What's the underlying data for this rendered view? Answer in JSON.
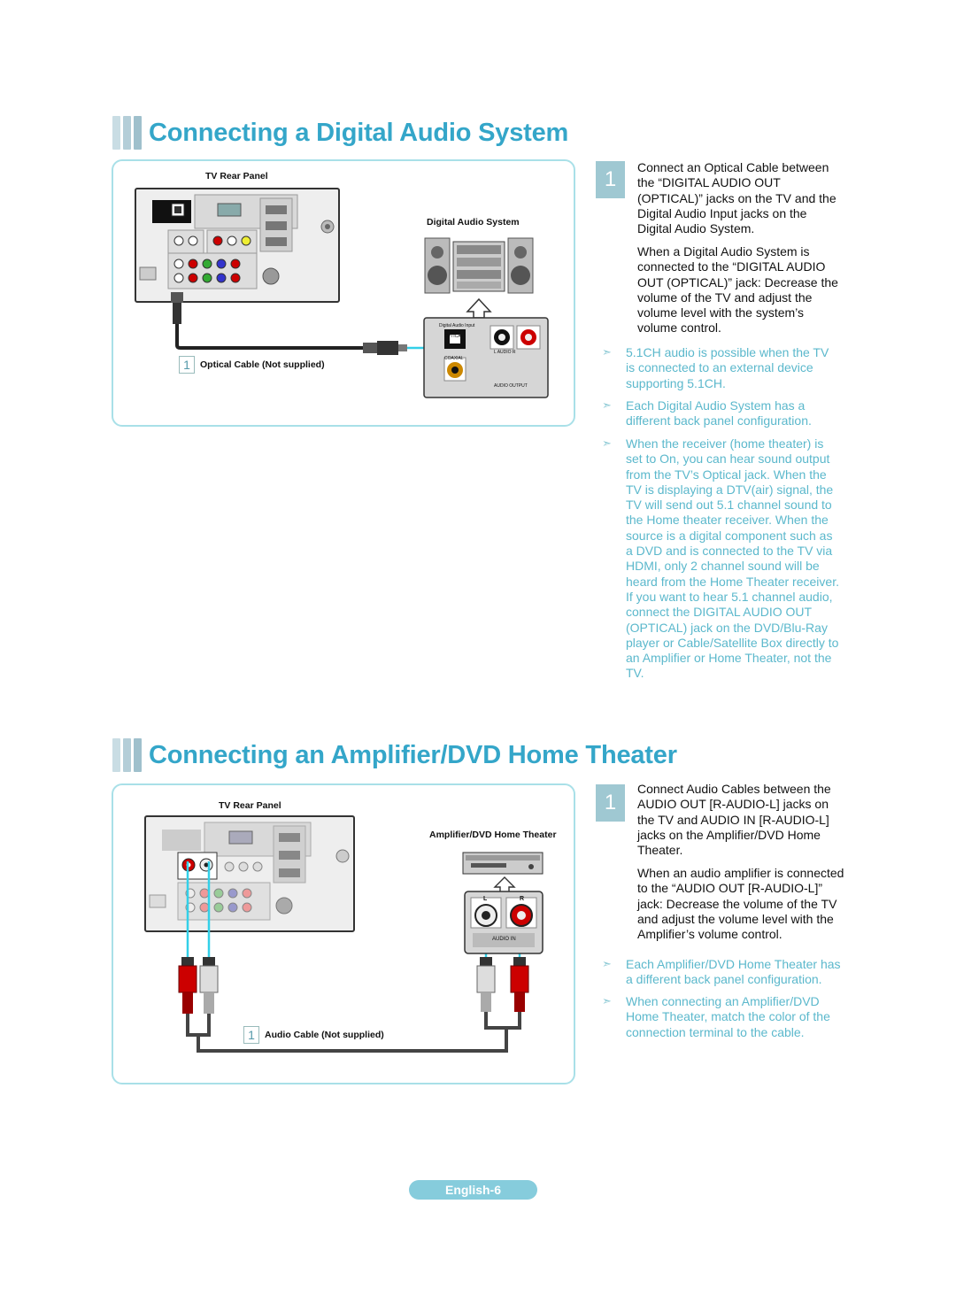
{
  "section1": {
    "title": "Connecting a Digital Audio System",
    "tv_rear_panel_label": "TV Rear Panel",
    "device_label": "Digital Audio System",
    "cable_number": "1",
    "cable_label": "Optical Cable (Not supplied)",
    "step_number": "1",
    "step_paragraph_1": "Connect an Optical Cable between the “DIGITAL AUDIO OUT (OPTICAL)” jacks on the TV and the Digital Audio Input jacks on the Digital Audio System.",
    "step_paragraph_2": "When a Digital Audio System is connected to the “DIGITAL AUDIO OUT (OPTICAL)” jack: Decrease the volume of the TV and adjust the volume level with the system’s volume control.",
    "notes": [
      "5.1CH audio is possible when the TV is connected to an external device supporting 5.1CH.",
      "Each Digital Audio System has a different back panel configuration.",
      "When the receiver (home theater) is set to On, you can hear sound output from the TV’s Optical jack. When the TV is displaying a DTV(air) signal, the TV will send out 5.1 channel sound to the Home theater receiver. When the source is a digital component such as a DVD and is connected to the TV via HDMI, only 2 channel sound will be heard from the Home Theater receiver. If you want to hear 5.1 channel audio, connect the DIGITAL AUDIO OUT (OPTICAL) jack on the DVD/Blu-Ray player or Cable/Satellite Box directly to an Amplifier or Home Theater, not the TV."
    ]
  },
  "section2": {
    "title": "Connecting an Amplifier/DVD Home Theater",
    "tv_rear_panel_label": "TV Rear Panel",
    "device_label": "Amplifier/DVD Home Theater",
    "cable_number": "1",
    "cable_label": "Audio Cable (Not supplied)",
    "step_number": "1",
    "step_paragraph_1": "Connect Audio Cables between the AUDIO OUT [R-AUDIO-L] jacks on the TV and AUDIO IN [R-AUDIO-L] jacks on the Amplifier/DVD Home Theater.",
    "step_paragraph_2": "When an audio amplifier is connected to the “AUDIO OUT [R-AUDIO-L]” jack: Decrease the volume of the TV and adjust the volume level with the Amplifier’s volume control.",
    "notes": [
      "Each Amplifier/DVD Home Theater has a different back panel configuration.",
      "When connecting an Amplifier/DVD Home Theater, match the color of the connection terminal to the cable."
    ]
  },
  "panel_labels": {
    "optical": "OPTICAL",
    "coaxial": "COAXIAL",
    "audio_output": "AUDIO OUTPUT",
    "digital_audio_input": "Digital Audio Input",
    "l_audio_r": "L   AUDIO   R",
    "audio_in": "AUDIO IN",
    "l": "L",
    "r": "R"
  },
  "footer": {
    "page_label": "English-6"
  },
  "colors": {
    "accent": "#34a6c9",
    "note": "#5bb8cc",
    "box_border": "#a9e0e8"
  }
}
